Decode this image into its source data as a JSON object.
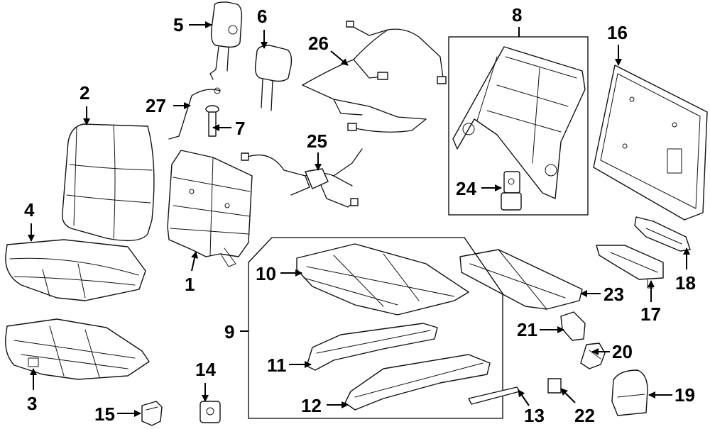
{
  "callouts": [
    {
      "id": "p1",
      "label": "1"
    },
    {
      "id": "p2",
      "label": "2"
    },
    {
      "id": "p3",
      "label": "3"
    },
    {
      "id": "p4",
      "label": "4"
    },
    {
      "id": "p5",
      "label": "5"
    },
    {
      "id": "p6",
      "label": "6"
    },
    {
      "id": "p7",
      "label": "7"
    },
    {
      "id": "p8",
      "label": "8"
    },
    {
      "id": "p9",
      "label": "9"
    },
    {
      "id": "p10",
      "label": "10"
    },
    {
      "id": "p11",
      "label": "11"
    },
    {
      "id": "p12",
      "label": "12"
    },
    {
      "id": "p13",
      "label": "13"
    },
    {
      "id": "p14",
      "label": "14"
    },
    {
      "id": "p15",
      "label": "15"
    },
    {
      "id": "p16",
      "label": "16"
    },
    {
      "id": "p17",
      "label": "17"
    },
    {
      "id": "p18",
      "label": "18"
    },
    {
      "id": "p19",
      "label": "19"
    },
    {
      "id": "p20",
      "label": "20"
    },
    {
      "id": "p21",
      "label": "21"
    },
    {
      "id": "p22",
      "label": "22"
    },
    {
      "id": "p23",
      "label": "23"
    },
    {
      "id": "p24",
      "label": "24"
    },
    {
      "id": "p25",
      "label": "25"
    },
    {
      "id": "p26",
      "label": "26"
    },
    {
      "id": "p27",
      "label": "27"
    }
  ]
}
